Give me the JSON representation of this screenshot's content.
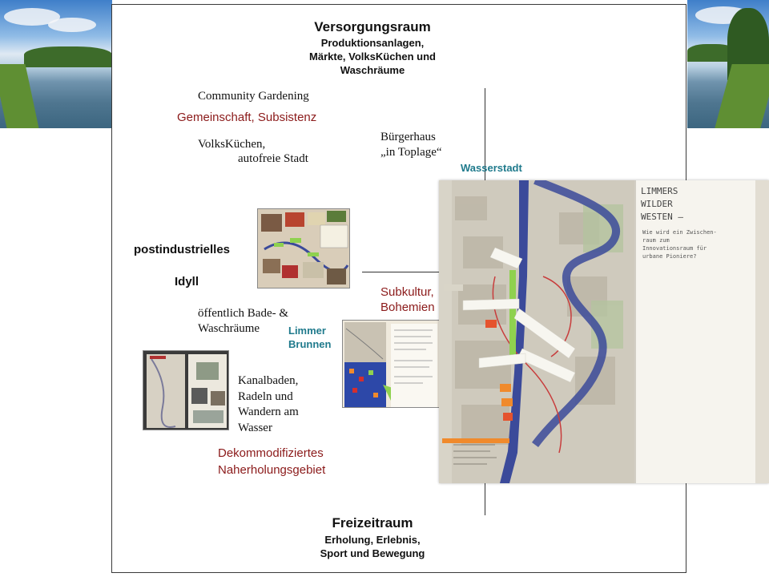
{
  "top": {
    "title": "Versorgungsraum",
    "lines": [
      "Produktionsanlagen,",
      "Märkte, VolksKüchen und",
      "Waschräume"
    ]
  },
  "bottom": {
    "title": "Freizeitraum",
    "lines": [
      "Erholung, Erlebnis,",
      "Sport und Bewegung"
    ]
  },
  "left": {
    "line1": "postindustrielles",
    "line2": "Idyll"
  },
  "upper_left": {
    "community": "Community Gardening",
    "gemeinschaft": "Gemeinschaft, Subsistenz",
    "volk_line1": "VolksKüchen,",
    "volk_line2": "autofreie Stadt"
  },
  "upper_right": {
    "buerger_line1": "Bürgerhaus",
    "buerger_line2": "„in Toplage“",
    "wasserstadt": "Wasserstadt"
  },
  "lower_left": {
    "bade_line1": "öffentlich Bade- &",
    "bade_line2": "Waschräume",
    "limmer_line1": "Limmer",
    "limmer_line2": "Brunnen",
    "kanal_lines": [
      "Kanalbaden,",
      "Radeln und",
      "Wandern am",
      "Wasser"
    ],
    "dekomm_line1": "Dekommodifiziertes",
    "dekomm_line2": "Naherholungsgebiet"
  },
  "lower_right": {
    "sub_line1": "Subkultur,",
    "sub_line2": "Bohemien"
  },
  "photo_note": {
    "lines": [
      "LIMMERS",
      "WILDER",
      "WESTEN –"
    ],
    "small_lines": [
      "Wie wird ein Zwischen-",
      "raum zum",
      "Innovationsraum für",
      "urbane Pioniere?"
    ]
  },
  "colors": {
    "dark_red": "#8b1a1a",
    "teal": "#1f7a8c",
    "canal_blue": "#3b4a9a",
    "accent_green": "#8fd14f",
    "accent_orange": "#f08a2c"
  }
}
